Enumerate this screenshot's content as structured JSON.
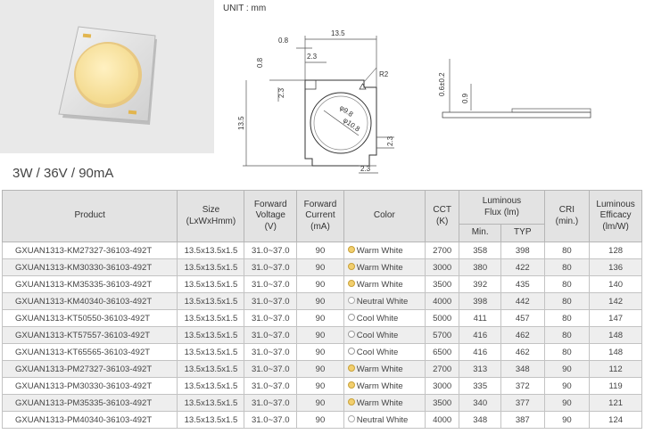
{
  "header": {
    "unit": "UNIT : mm",
    "spec_line": "3W / 36V / 90mA"
  },
  "drawing": {
    "dims": [
      "13.5",
      "0.8",
      "0.8",
      "2.3",
      "2.3",
      "R2",
      "13.5",
      "φ9.8",
      "φ10.8",
      "2.3",
      "2.3"
    ],
    "side_dims": [
      "0.6±0.2",
      "0.9"
    ]
  },
  "table": {
    "headers": {
      "product": "Product",
      "size": "Size\n(LxWxHmm)",
      "voltage": "Forward\nVoltage\n(V)",
      "current": "Forward\nCurrent\n(mA)",
      "color": "Color",
      "cct": "CCT\n(K)",
      "flux": "Luminous\nFlux (lm)",
      "flux_min": "Min.",
      "flux_typ": "TYP",
      "cri": "CRI\n(min.)",
      "efficacy": "Luminous\nEfficacy\n(lm/W)"
    },
    "rows": [
      {
        "product": "GXUAN1313-KM27327-36103-492T",
        "size": "13.5x13.5x1.5",
        "voltage": "31.0~37.0",
        "current": "90",
        "color": "Warm White",
        "tone": "warm",
        "cct": "2700",
        "min": "358",
        "typ": "398",
        "cri": "80",
        "eff": "128"
      },
      {
        "product": "GXUAN1313-KM30330-36103-492T",
        "size": "13.5x13.5x1.5",
        "voltage": "31.0~37.0",
        "current": "90",
        "color": "Warm White",
        "tone": "warm",
        "cct": "3000",
        "min": "380",
        "typ": "422",
        "cri": "80",
        "eff": "136"
      },
      {
        "product": "GXUAN1313-KM35335-36103-492T",
        "size": "13.5x13.5x1.5",
        "voltage": "31.0~37.0",
        "current": "90",
        "color": "Warm White",
        "tone": "warm",
        "cct": "3500",
        "min": "392",
        "typ": "435",
        "cri": "80",
        "eff": "140"
      },
      {
        "product": "GXUAN1313-KM40340-36103-492T",
        "size": "13.5x13.5x1.5",
        "voltage": "31.0~37.0",
        "current": "90",
        "color": "Neutral White",
        "tone": "neutral",
        "cct": "4000",
        "min": "398",
        "typ": "442",
        "cri": "80",
        "eff": "142"
      },
      {
        "product": "GXUAN1313-KT50550-36103-492T",
        "size": "13.5x13.5x1.5",
        "voltage": "31.0~37.0",
        "current": "90",
        "color": "Cool White",
        "tone": "cool",
        "cct": "5000",
        "min": "411",
        "typ": "457",
        "cri": "80",
        "eff": "147"
      },
      {
        "product": "GXUAN1313-KT57557-36103-492T",
        "size": "13.5x13.5x1.5",
        "voltage": "31.0~37.0",
        "current": "90",
        "color": "Cool White",
        "tone": "cool",
        "cct": "5700",
        "min": "416",
        "typ": "462",
        "cri": "80",
        "eff": "148"
      },
      {
        "product": "GXUAN1313-KT65565-36103-492T",
        "size": "13.5x13.5x1.5",
        "voltage": "31.0~37.0",
        "current": "90",
        "color": "Cool White",
        "tone": "cool",
        "cct": "6500",
        "min": "416",
        "typ": "462",
        "cri": "80",
        "eff": "148"
      },
      {
        "product": "GXUAN1313-PM27327-36103-492T",
        "size": "13.5x13.5x1.5",
        "voltage": "31.0~37.0",
        "current": "90",
        "color": "Warm White",
        "tone": "warm",
        "cct": "2700",
        "min": "313",
        "typ": "348",
        "cri": "90",
        "eff": "112"
      },
      {
        "product": "GXUAN1313-PM30330-36103-492T",
        "size": "13.5x13.5x1.5",
        "voltage": "31.0~37.0",
        "current": "90",
        "color": "Warm White",
        "tone": "warm",
        "cct": "3000",
        "min": "335",
        "typ": "372",
        "cri": "90",
        "eff": "119"
      },
      {
        "product": "GXUAN1313-PM35335-36103-492T",
        "size": "13.5x13.5x1.5",
        "voltage": "31.0~37.0",
        "current": "90",
        "color": "Warm White",
        "tone": "warm",
        "cct": "3500",
        "min": "340",
        "typ": "377",
        "cri": "90",
        "eff": "121"
      },
      {
        "product": "GXUAN1313-PM40340-36103-492T",
        "size": "13.5x13.5x1.5",
        "voltage": "31.0~37.0",
        "current": "90",
        "color": "Neutral White",
        "tone": "neutral",
        "cct": "4000",
        "min": "348",
        "typ": "387",
        "cri": "90",
        "eff": "124"
      }
    ]
  },
  "colors": {
    "warm_dot": "#f2cf6e",
    "header_bg": "#e3e3e3",
    "alt_row": "#eeeeee"
  }
}
